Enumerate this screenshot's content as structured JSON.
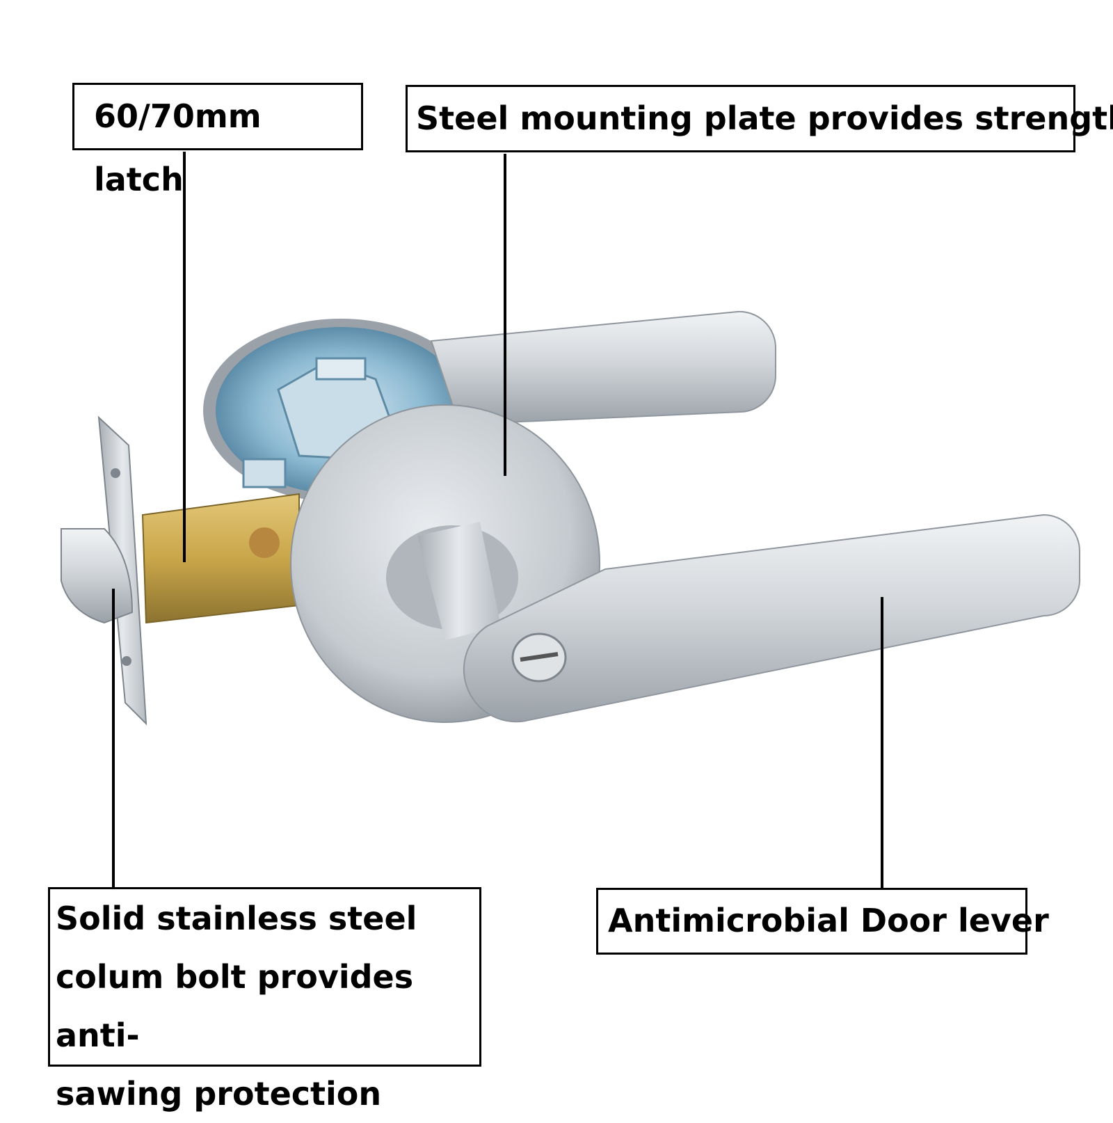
{
  "callouts": {
    "latch": "60/70mm latch",
    "plate": "Steel mounting plate provides strength",
    "bolt_lines": [
      "Solid stainless steel",
      "colum bolt provides anti-",
      "sawing protection"
    ],
    "lever": "Antimicrobial Door lever"
  },
  "colors": {
    "background": "#ffffff",
    "chrome_light": "#e4e7ea",
    "chrome_mid": "#b8bdc2",
    "chrome_dark": "#7e858c",
    "brass": "#c9a64a",
    "mechanism_blue": "#7fb0cc",
    "leader": "#000000"
  }
}
